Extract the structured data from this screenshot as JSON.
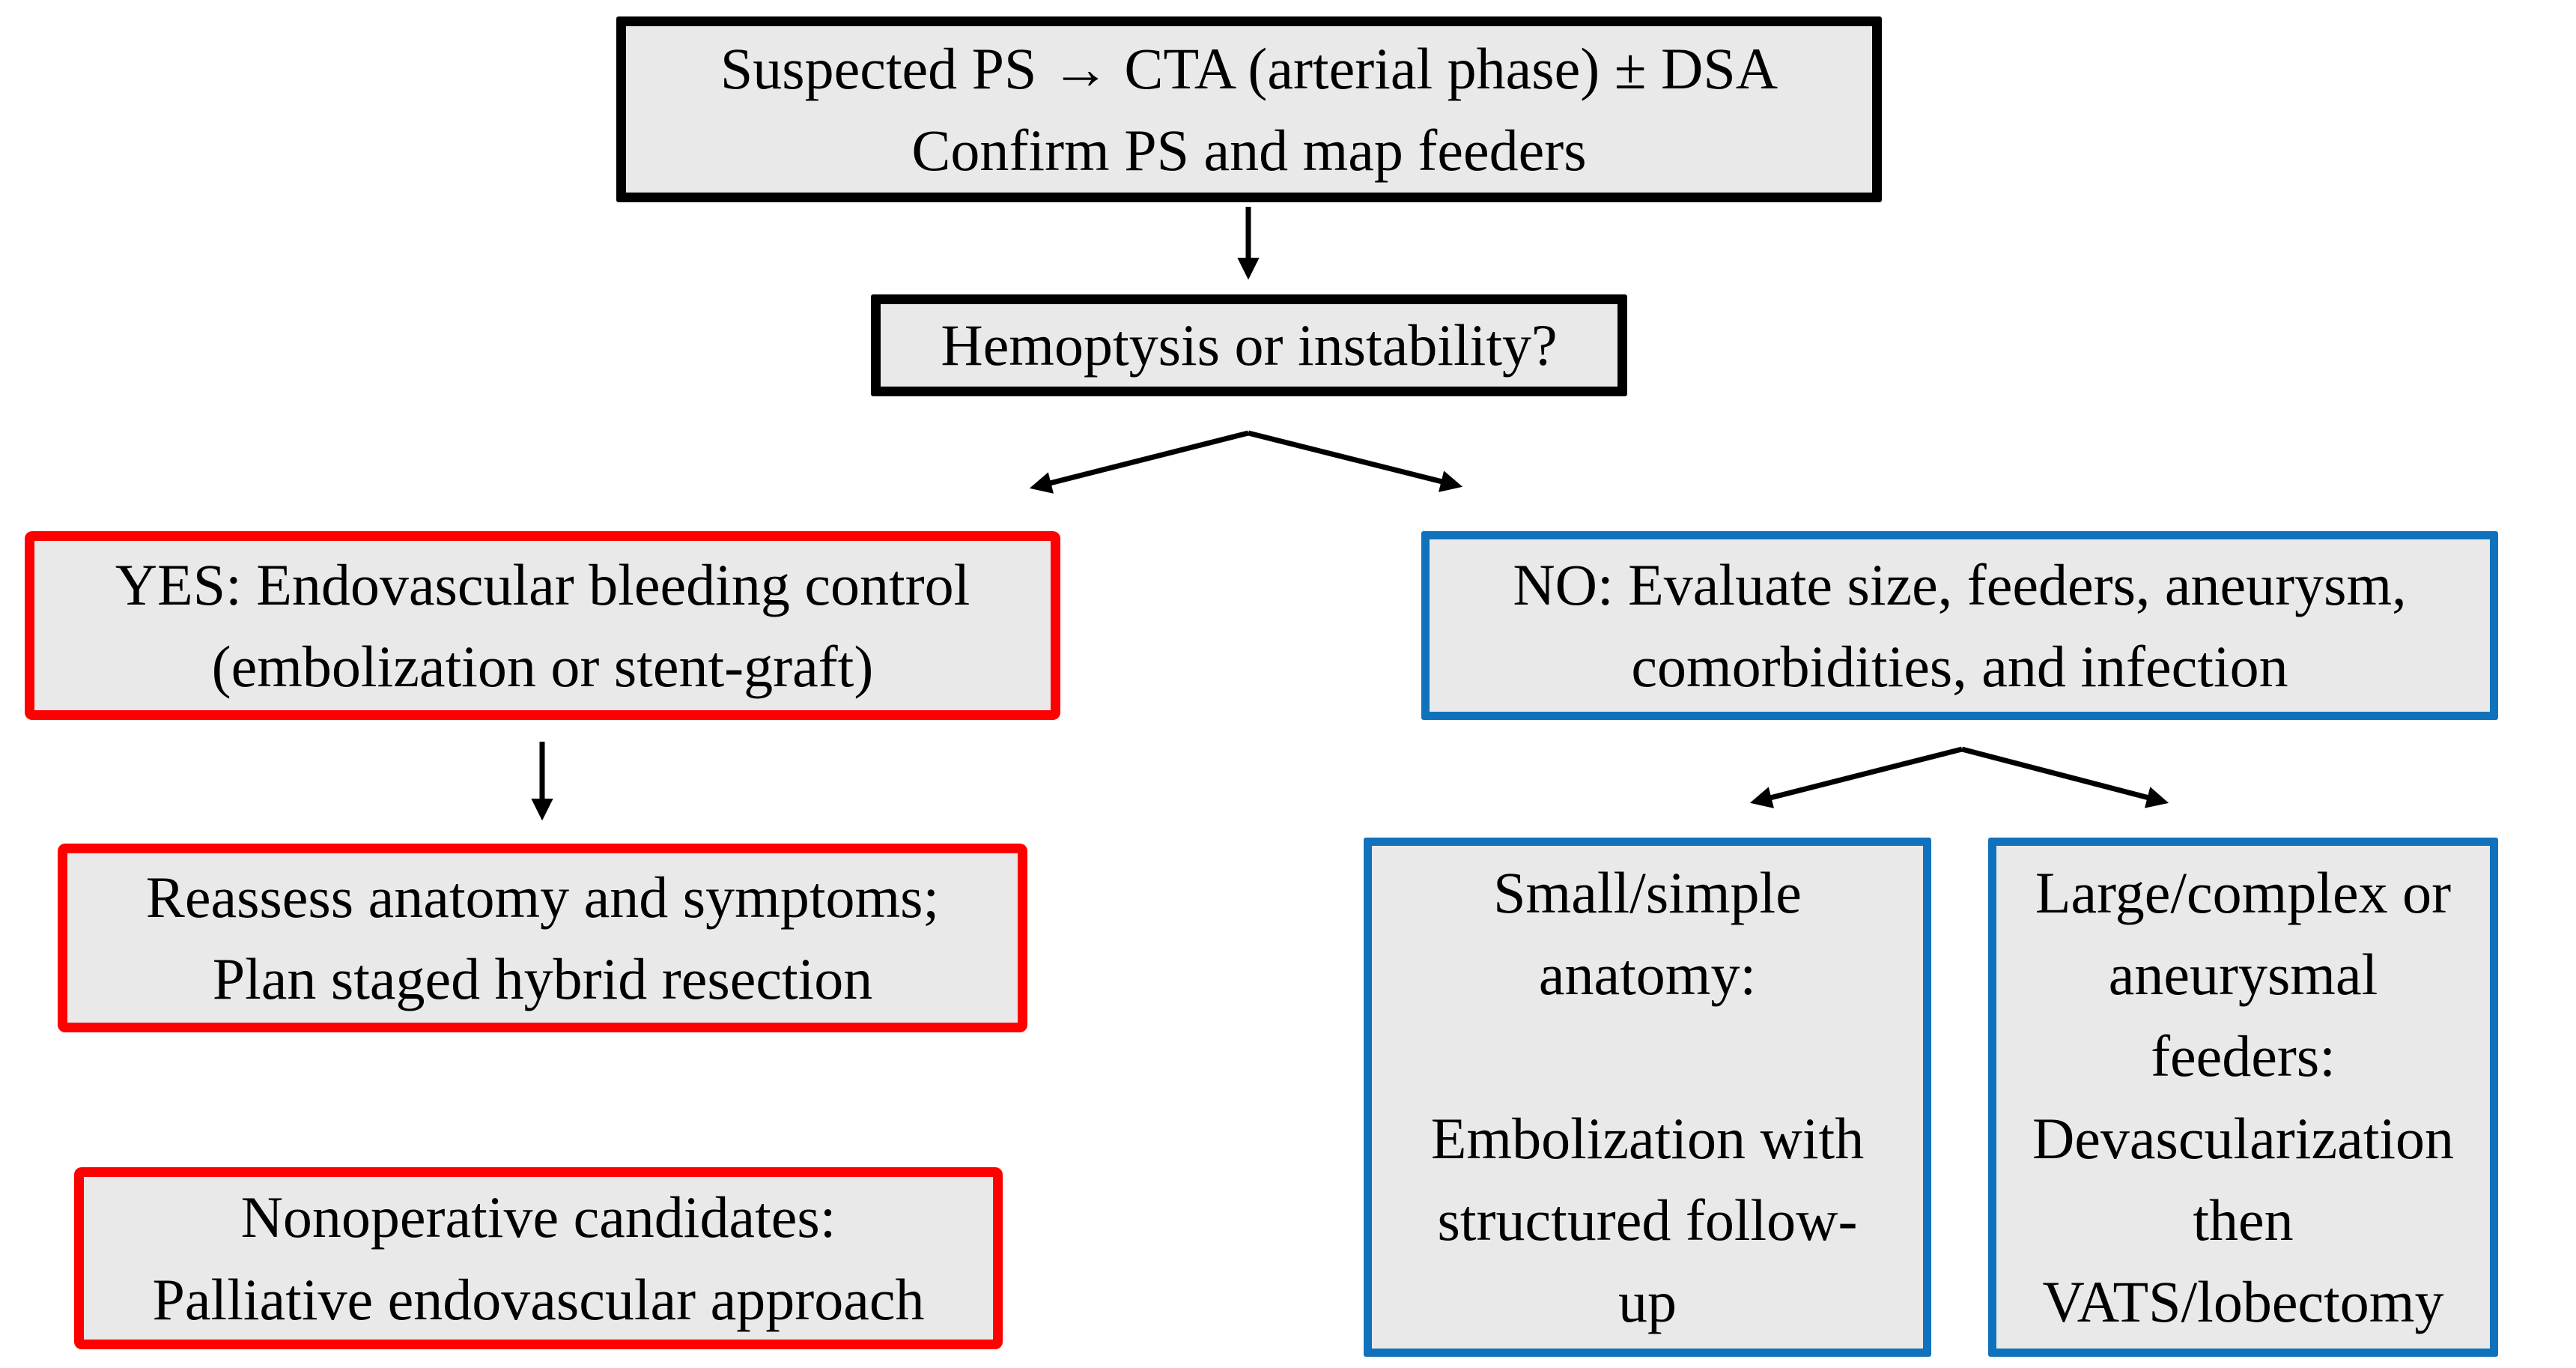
{
  "figure": {
    "title_semantic": "Pulmonary sequestration (PS) management flowchart",
    "background": "#FFFFFF",
    "box_fill": "#E9E9E9",
    "arrow_color": "#000000",
    "border_colors": {
      "black": "#000000",
      "red": "#FF0000",
      "blue": "#1072BC"
    }
  },
  "nodes": {
    "start": {
      "text": "Suspected PS → CTA (arterial phase) ± DSA\nConfirm PS and map feeders",
      "border_color": "#000000"
    },
    "triage": {
      "text": "Hemoptysis or instability?",
      "border_color": "#000000"
    },
    "yes": {
      "text": "YES: Endovascular bleeding control\n(embolization or stent-graft)",
      "border_color": "#FF0000"
    },
    "no": {
      "text": "NO: Evaluate size, feeders, aneurysm,\ncomorbidities, and infection",
      "border_color": "#1072BC"
    },
    "reassess": {
      "text": "Reassess anatomy and symptoms;\nPlan staged hybrid resection",
      "border_color": "#FF0000"
    },
    "nonoperative": {
      "text": "Nonoperative candidates:\nPalliative endovascular approach",
      "border_color": "#FF0000"
    },
    "small_simple": {
      "text": "Small/simple\nanatomy:\n\nEmbolization with\nstructured follow-\nup",
      "border_color": "#1072BC"
    },
    "large_complex": {
      "text": "Large/complex or\naneurysmal\nfeeders:\nDevascularization\nthen\nVATS/lobectomy",
      "border_color": "#1072BC"
    }
  }
}
